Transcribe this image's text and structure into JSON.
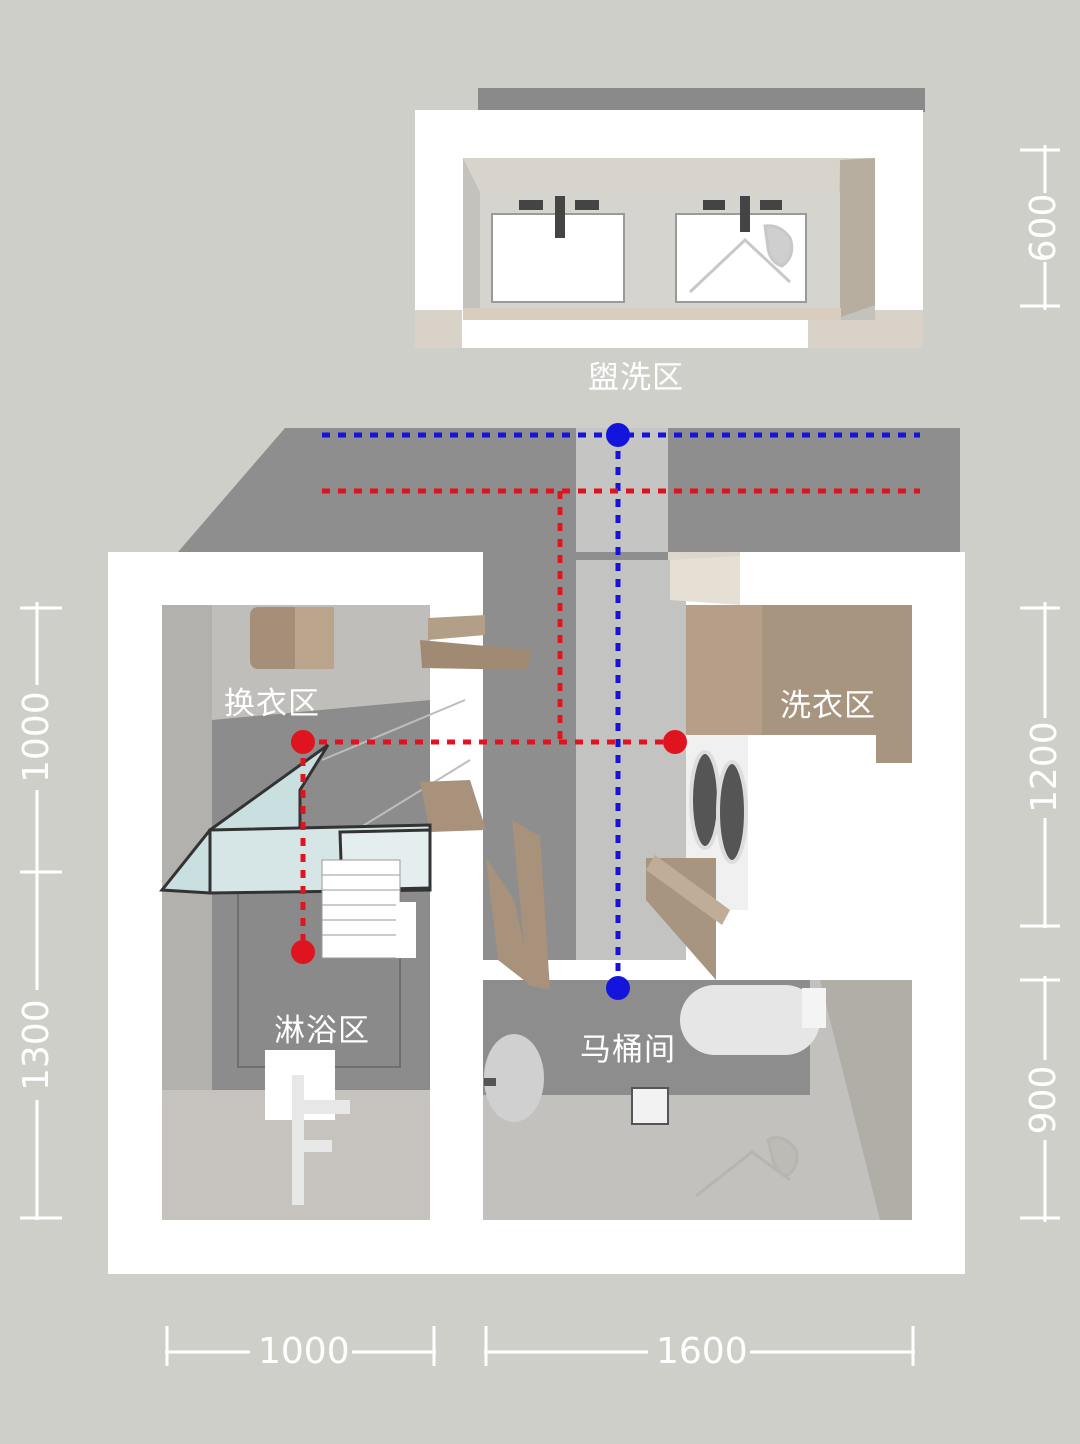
{
  "zones": {
    "washbasin": "盥洗区",
    "changing": "换衣区",
    "laundry": "洗衣区",
    "shower": "淋浴区",
    "toilet": "马桶间"
  },
  "dimensions": {
    "top_right": "600",
    "left_upper": "1000",
    "left_lower": "1300",
    "right_middle": "1200",
    "right_lower": "900",
    "bottom_left": "1000",
    "bottom_right": "1600"
  },
  "colors": {
    "background": "#cfcfca",
    "wall": "#ffffff",
    "floor_dark": "#8e8e8e",
    "floor_light": "#bdbdbb",
    "wood": "#a89580",
    "hot_water_line": "#e0141e",
    "cold_water_line": "#1414dc"
  },
  "icons": [
    "faucet-icon",
    "bird-watermark-icon",
    "washing-machine-icon",
    "toilet-icon",
    "shower-icon"
  ]
}
